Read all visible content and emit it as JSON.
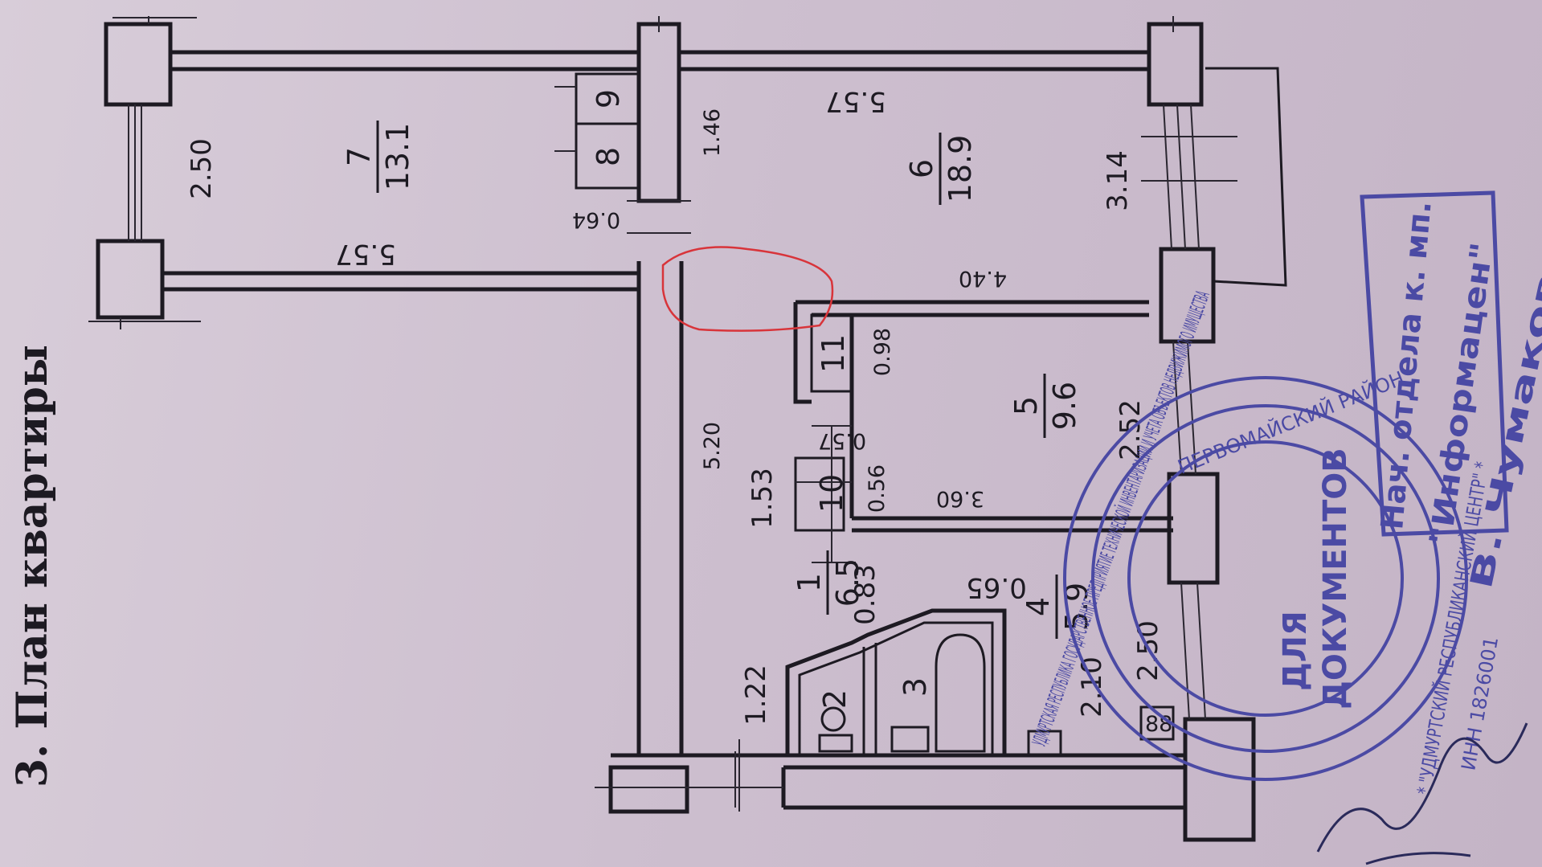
{
  "heading": "3. План квартиры",
  "rooms": [
    {
      "number": "7",
      "area": "13.1"
    },
    {
      "number": "6",
      "area": "18.9"
    },
    {
      "number": "5",
      "area": "9.6"
    },
    {
      "number": "1",
      "area": "6.5"
    },
    {
      "number": "4",
      "area": "5.9"
    },
    {
      "number": "2"
    },
    {
      "number": "3"
    },
    {
      "number": "8"
    },
    {
      "number": "9"
    },
    {
      "number": "10"
    },
    {
      "number": "11"
    }
  ],
  "dimensions": [
    "2.50",
    "5.57",
    "5.57",
    "1.46",
    "0.64",
    "3.14",
    "4.40",
    "0.98",
    "2.52",
    "5.20",
    "0.57",
    "1.53",
    "0.56",
    "3.60",
    "0.83",
    "0.65",
    "1.22",
    "2.10",
    "2.50"
  ],
  "stamp": {
    "ring_text": "УДМУРТСКАЯ РЕСПУБЛИКА ГОСУДАРСТВЕННОЕ ПРЕДПРИЯТИЕ ТЕХНИЧЕСКОЙ ИНВЕНТАРИЗАЦИИ И УЧЕТА ОБЪЕКТОВ НЕДВИЖИМОГО ИМУЩЕСТВА",
    "ring_top": "ПЕРВОМАЙСКИЙ РАЙОН",
    "center_line1": "ДЛЯ",
    "center_line2": "ДОКУМЕНТОВ",
    "inner_ring": "* \"УДМУРТСКИЙ РЕСПУБЛИКАНСКИЙ ЦЕНТР\" *",
    "inn": "ИНН 1826001",
    "box_line1": "Нач. отдела к. мп.",
    "box_line2": "\"Информацен\"",
    "box_line3": "В. Чумаков"
  },
  "colors": {
    "ink": "#1d1a22",
    "stamp": "#4b4aa4",
    "highlight": "#d8343a",
    "paper": "#cdbfcf"
  }
}
